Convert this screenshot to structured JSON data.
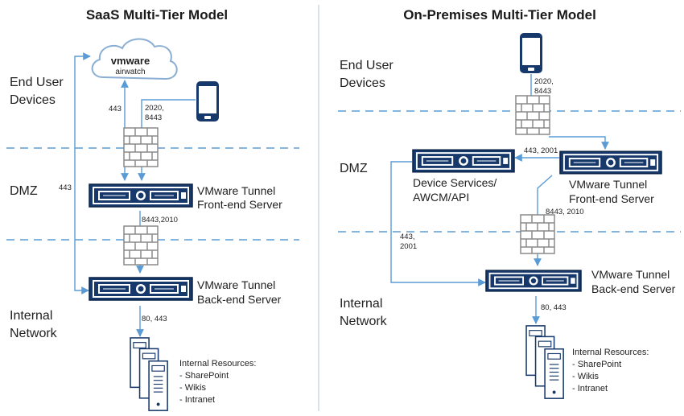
{
  "saas": {
    "title": "SaaS Multi-Tier Model",
    "zones": {
      "end_user": [
        "End User",
        "Devices"
      ],
      "dmz": "DMZ",
      "internal": [
        "Internal",
        "Network"
      ]
    },
    "cloud": {
      "brand": "vmware",
      "product": "airwatch"
    },
    "ports": {
      "cloud_fw": "443",
      "device_fw": [
        "2020,",
        "8443"
      ],
      "side": "443",
      "front_back": "8443,2010",
      "back_resources": "80, 443"
    },
    "front_end_label": [
      "VMware Tunnel",
      "Front-end Server"
    ],
    "back_end_label": [
      "VMware Tunnel",
      "Back-end Server"
    ],
    "resources": [
      "Internal Resources:",
      "- SharePoint",
      "- Wikis",
      "- Intranet"
    ]
  },
  "onprem": {
    "title": "On-Premises Multi-Tier Model",
    "zones": {
      "end_user": [
        "End User",
        "Devices"
      ],
      "dmz": "DMZ",
      "internal": [
        "Internal",
        "Network"
      ]
    },
    "ports": {
      "device_fw": [
        "2020,",
        "8443"
      ],
      "front_ds": "443, 2001",
      "front_back": "8443, 2010",
      "ds_back": [
        "443,",
        "2001"
      ],
      "back_resources": "80, 443"
    },
    "device_services_label": [
      "Device Services/",
      "AWCM/API"
    ],
    "front_end_label": [
      "VMware Tunnel",
      "Front-end Server"
    ],
    "back_end_label": [
      "VMware Tunnel",
      "Back-end Server"
    ],
    "resources": [
      "Internal Resources:",
      "- SharePoint",
      "- Wikis",
      "- Intranet"
    ]
  },
  "colors": {
    "server_navy": "#16386b",
    "connector": "#5b9bd5",
    "cloud_blue": "#8aaed4",
    "firewall_gray": "#9a9a9a"
  }
}
